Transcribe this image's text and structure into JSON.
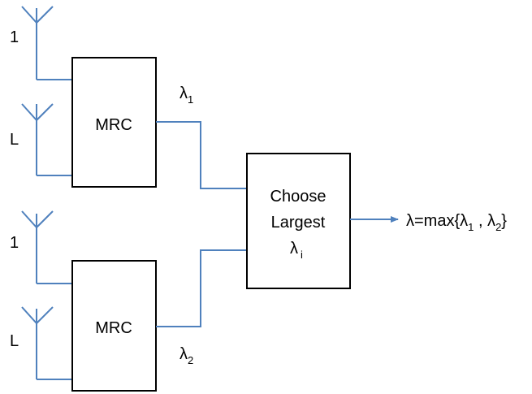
{
  "colors": {
    "wire": "#4f81bd",
    "box_border": "#000000",
    "background": "#ffffff"
  },
  "branches": [
    {
      "antenna_top_label": "1",
      "antenna_bottom_label": "L",
      "combiner_label": "MRC",
      "output_symbol": "λ",
      "output_sub": "1"
    },
    {
      "antenna_top_label": "1",
      "antenna_bottom_label": "L",
      "combiner_label": "MRC",
      "output_symbol": "λ",
      "output_sub": "2"
    }
  ],
  "selector": {
    "line1": "Choose",
    "line2": "Largest",
    "symbol": "λ",
    "sub": "i"
  },
  "output": {
    "prefix": "λ=max{λ",
    "sub1": "1",
    "mid": " , λ",
    "sub2": "2",
    "suffix": "}"
  }
}
